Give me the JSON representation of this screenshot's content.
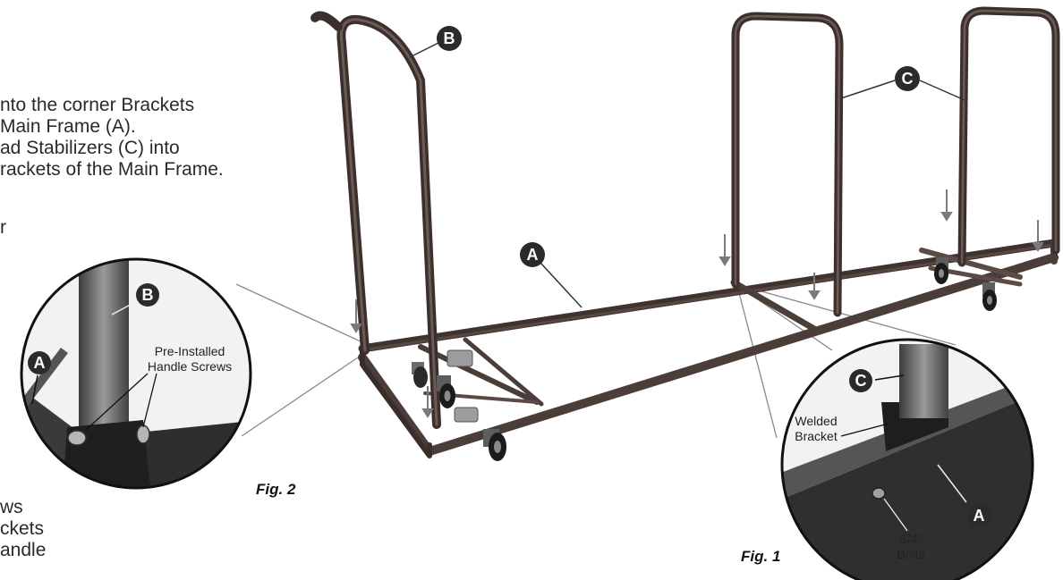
{
  "instructions": [
    "nto the corner Brackets",
    "Main Frame (A).",
    "ad Stabilizers (C) into",
    "rackets of the Main Frame.",
    "r",
    "ws",
    "ckets",
    "andle"
  ],
  "badges": {
    "main_frame": "A",
    "handle": "B",
    "stabilizer": "C"
  },
  "fig2": {
    "caption": "Fig. 2",
    "screws_label_line1": "Pre-Installed",
    "screws_label_line2": "Handle Screws"
  },
  "fig1": {
    "caption": "Fig. 1",
    "bracket_line1": "Welded",
    "bracket_line2": "Bracket",
    "bolts_line1": "3/4\"",
    "bolts_line2": "Bolts"
  },
  "colors": {
    "frame": "#4b3d38",
    "badge": "#2b2b2b",
    "leader": "#888888"
  }
}
